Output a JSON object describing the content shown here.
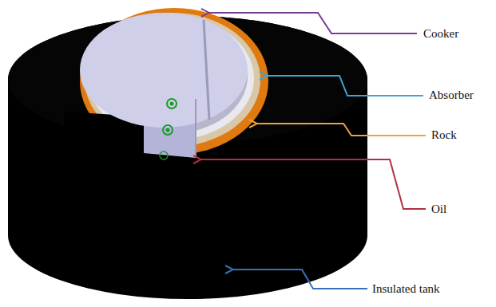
{
  "diagram": {
    "labels": [
      "Cooker",
      "Absorber",
      "Rock",
      "Oil",
      "Insulated tank"
    ]
  }
}
